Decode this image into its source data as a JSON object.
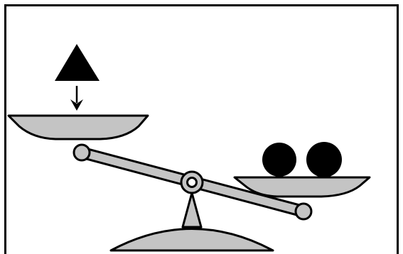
{
  "scene": {
    "icons": {
      "frame": "frame-border",
      "weight": "triangle-weight-icon",
      "arrow": "down-arrow-icon",
      "left_pan": "left-pan",
      "right_pan": "right-pan",
      "beam": "balance-beam",
      "pivot": "pivot-ring",
      "stand": "stand-base",
      "balls": "ball-weights"
    },
    "colors": {
      "background": "#ffffff",
      "stroke": "#000000",
      "fill_gray": "#c4c4c4",
      "object": "#000000"
    },
    "object_counts": {
      "triangles_left": 1,
      "balls_right": 2
    },
    "tilt": "left-side-up"
  }
}
